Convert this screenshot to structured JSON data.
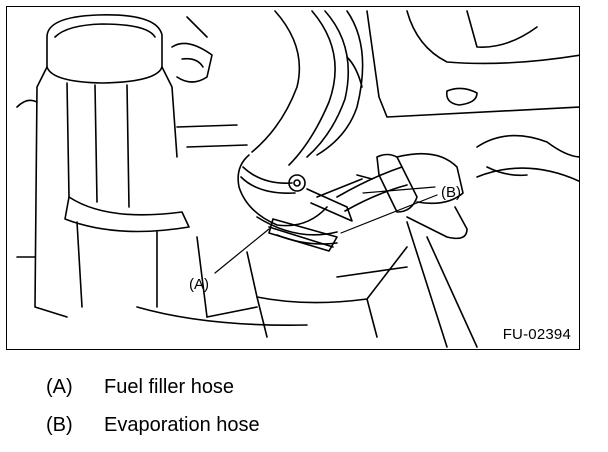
{
  "figure": {
    "id": "FU-02394",
    "callouts": {
      "a": "(A)",
      "b": "(B)"
    }
  },
  "legend": [
    {
      "key": "(A)",
      "text": "Fuel filler hose"
    },
    {
      "key": "(B)",
      "text": "Evaporation hose"
    }
  ]
}
